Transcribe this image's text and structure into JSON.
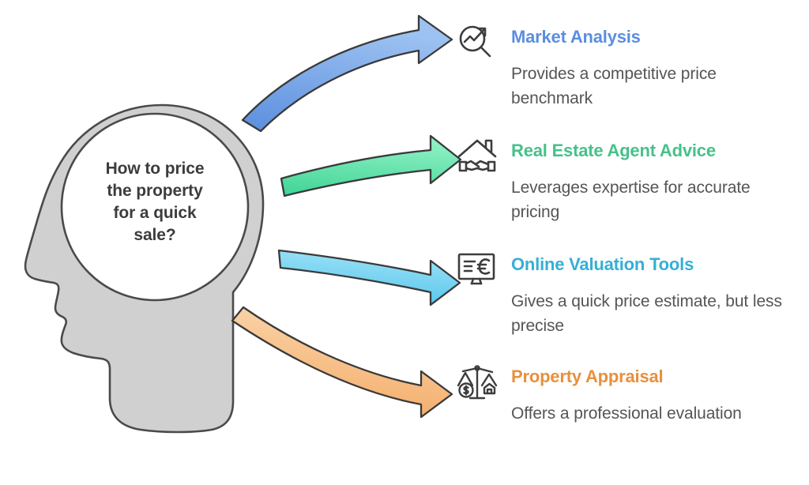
{
  "diagram": {
    "type": "mind-map",
    "central_question": "How to price the property for a quick sale?",
    "central_question_lines": [
      "How to price",
      "the property",
      "for a quick",
      "sale?"
    ],
    "central_icon": "head-profile-icon",
    "background_color": "#ffffff",
    "question_text_color": "#3c3c3c",
    "head_fill_color": "#d0d0d0",
    "head_stroke_color": "#4a4a4a"
  },
  "branches": [
    {
      "heading": "Market Analysis",
      "description": "Provides a competitive price benchmark",
      "color": "#5b8ede",
      "arrow_color": "#6fa0e8",
      "icon": "magnifier-trend-up-icon"
    },
    {
      "heading": "Real Estate Agent Advice",
      "description": "Leverages expertise for accurate pricing",
      "color": "#46c18a",
      "arrow_color": "#5ee0a8",
      "icon": "house-handshake-icon"
    },
    {
      "heading": "Online Valuation Tools",
      "description": "Gives a quick price estimate, but less precise",
      "color": "#35afd5",
      "arrow_color": "#69cdef",
      "icon": "monitor-euro-icon"
    },
    {
      "heading": "Property Appraisal",
      "description": "Offers a professional evaluation",
      "color": "#e8903c",
      "arrow_color": "#f6bb82",
      "icon": "scales-dollar-house-icon"
    }
  ]
}
